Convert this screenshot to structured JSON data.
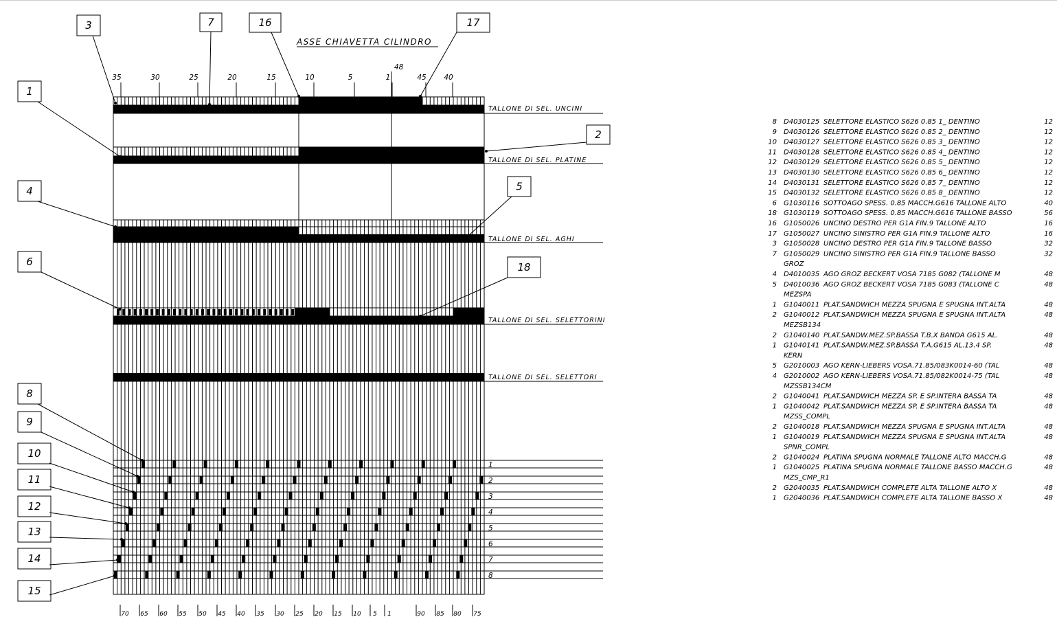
{
  "title": "ASSE CHIAVETTA CILINDRO",
  "top_scale": {
    "labels": [
      "35",
      "30",
      "25",
      "20",
      "15",
      "10",
      "5",
      "1",
      "45",
      "40"
    ],
    "top_label": "48"
  },
  "track_labels": [
    "TALLONE DI SEL. UNCINI",
    "TALLONE DI SEL. PLATINE",
    "TALLONE DI SEL. AGHI",
    "TALLONE DI SEL. SELETTORINI",
    "TALLONE DI SEL. SELETTORI"
  ],
  "balloons": [
    "3",
    "7",
    "16",
    "17",
    "1",
    "2",
    "4",
    "5",
    "6",
    "18",
    "8",
    "9",
    "10",
    "11",
    "12",
    "13",
    "14",
    "15"
  ],
  "pattern_rows": [
    "1",
    "2",
    "3",
    "4",
    "5",
    "6",
    "7",
    "8"
  ],
  "bottom_scale": [
    "70",
    "65",
    "60",
    "55",
    "50",
    "45",
    "40",
    "35",
    "30",
    "25",
    "20",
    "15",
    "10",
    "5",
    "1",
    "90",
    "85",
    "80",
    "75"
  ],
  "parts_list": [
    {
      "ref": "8",
      "code": "D4030125",
      "desc": "SELETTORE ELASTICO S626 0.85 1_ DENTINO",
      "qty": "12"
    },
    {
      "ref": "9",
      "code": "D4030126",
      "desc": "SELETTORE ELASTICO S626 0.85 2_ DENTINO",
      "qty": "12"
    },
    {
      "ref": "10",
      "code": "D4030127",
      "desc": "SELETTORE ELASTICO S626 0.85 3_ DENTINO",
      "qty": "12"
    },
    {
      "ref": "11",
      "code": "D4030128",
      "desc": "SELETTORE ELASTICO S626 0.85 4_ DENTINO",
      "qty": "12"
    },
    {
      "ref": "12",
      "code": "D4030129",
      "desc": "SELETTORE ELASTICO S626 0.85 5_ DENTINO",
      "qty": "12"
    },
    {
      "ref": "13",
      "code": "D4030130",
      "desc": "SELETTORE ELASTICO S626 0.85 6_ DENTINO",
      "qty": "12"
    },
    {
      "ref": "14",
      "code": "D4030131",
      "desc": "SELETTORE ELASTICO S626 0.85 7_ DENTINO",
      "qty": "12"
    },
    {
      "ref": "15",
      "code": "D4030132",
      "desc": "SELETTORE ELASTICO S626 0.85 8_ DENTINO",
      "qty": "12"
    },
    {
      "ref": "6",
      "code": "G1030116",
      "desc": "SOTTOAGO SPESS. 0.85 MACCH.G616  TALLONE ALTO",
      "qty": "40"
    },
    {
      "ref": "18",
      "code": "G1030119",
      "desc": "SOTTOAGO SPESS. 0.85 MACCH.G616  TALLONE BASSO",
      "qty": "56"
    },
    {
      "ref": "16",
      "code": "G1050026",
      "desc": "UNCINO DESTRO PER G1A FIN.9 TALLONE ALTO",
      "qty": "16"
    },
    {
      "ref": "17",
      "code": "G1050027",
      "desc": "UNCINO SINISTRO PER G1A FIN.9 TALLONE ALTO",
      "qty": "16"
    },
    {
      "ref": "3",
      "code": "G1050028",
      "desc": "UNCINO DESTRO PER G1A FIN.9 TALLONE BASSO",
      "qty": "32"
    },
    {
      "ref": "7",
      "code": "G1050029",
      "desc": "UNCINO SINISTRO PER G1A FIN.9 TALLONE BASSO",
      "qty": "32"
    },
    {
      "ref": "",
      "code": "",
      "desc": "GROZ",
      "qty": ""
    },
    {
      "ref": "4",
      "code": "  D4010035",
      "desc": "AGO GROZ BECKERT VOSA  7185  G082 (TALLONE M",
      "qty": "48"
    },
    {
      "ref": "5",
      "code": "  D4010036",
      "desc": "AGO GROZ BECKERT VOSA  7185  G083 (TALLONE C",
      "qty": "48"
    },
    {
      "ref": "",
      "code": "",
      "desc": "MEZSPA",
      "qty": ""
    },
    {
      "ref": "1",
      "code": "  G1040011",
      "desc": "PLAT.SANDWICH MEZZA SPUGNA E SPUGNA INT.ALTA",
      "qty": "48"
    },
    {
      "ref": "2",
      "code": "  G1040012",
      "desc": "PLAT.SANDWICH MEZZA SPUGNA E SPUGNA INT.ALTA",
      "qty": "48"
    },
    {
      "ref": "",
      "code": "",
      "desc": "MEZSB134",
      "qty": ""
    },
    {
      "ref": "2",
      "code": "  G1040140",
      "desc": "PLAT.SANDW.MEZ.SP.BASSA T.B.X BANDA G615 AL.",
      "qty": "48"
    },
    {
      "ref": "1",
      "code": "  G1040141",
      "desc": "PLAT.SANDW.MEZ.SP.BASSA T.A.G615 AL.13.4 SP.",
      "qty": "48"
    },
    {
      "ref": "",
      "code": "",
      "desc": "KERN",
      "qty": ""
    },
    {
      "ref": "5",
      "code": "  G2010003",
      "desc": "AGO KERN-LIEBERS VOSA.71.85/083K0014-60 (TAL",
      "qty": "48"
    },
    {
      "ref": "4",
      "code": "  G2010002",
      "desc": "AGO KERN-LIEBERS VOSA.71.85/082K0014-75 (TAL",
      "qty": "48"
    },
    {
      "ref": "",
      "code": "",
      "desc": "MZSSB134CM",
      "qty": ""
    },
    {
      "ref": "2",
      "code": "  G1040041",
      "desc": "PLAT.SANDWICH MEZZA SP. E SP.INTERA BASSA TA",
      "qty": "48"
    },
    {
      "ref": "1",
      "code": "  G1040042",
      "desc": "PLAT.SANDWICH MEZZA SP. E SP.INTERA BASSA TA",
      "qty": "48"
    },
    {
      "ref": "",
      "code": "",
      "desc": "MZSS_COMPL",
      "qty": ""
    },
    {
      "ref": "2",
      "code": "  G1040018",
      "desc": "PLAT.SANDWICH MEZZA SPUGNA E SPUGNA INT.ALTA",
      "qty": "48"
    },
    {
      "ref": "1",
      "code": "  G1040019",
      "desc": "PLAT.SANDWICH MEZZA SPUGNA E SPUGNA INT.ALTA",
      "qty": "48"
    },
    {
      "ref": "",
      "code": "",
      "desc": "SPNR_COMPL",
      "qty": ""
    },
    {
      "ref": "2",
      "code": "  G1040024",
      "desc": "PLATINA SPUGNA NORMALE TALLONE  ALTO MACCH.G",
      "qty": "48"
    },
    {
      "ref": "1",
      "code": "  G1040025",
      "desc": "PLATINA SPUGNA NORMALE TALLONE BASSO MACCH.G",
      "qty": "48"
    },
    {
      "ref": "",
      "code": "",
      "desc": "MZS_CMP_R1",
      "qty": ""
    },
    {
      "ref": "2",
      "code": "  G2040035",
      "desc": "PLAT.SANDWICH COMPLETE ALTA TALLONE ALTO  X",
      "qty": "48"
    },
    {
      "ref": "1",
      "code": "  G2040036",
      "desc": "PLAT.SANDWICH COMPLETE ALTA TALLONE BASSO  X",
      "qty": "48"
    }
  ]
}
